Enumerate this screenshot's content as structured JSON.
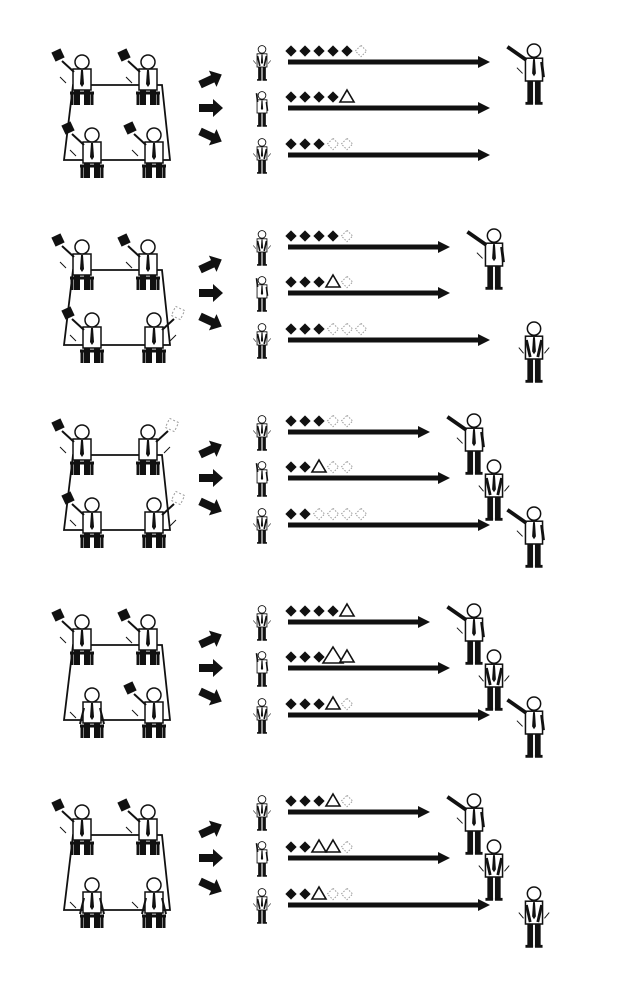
{
  "colors": {
    "ink": "#111111",
    "paper": "#ffffff",
    "shirt": "#ffffff",
    "ghost": "#9a9a9a"
  },
  "icons": {
    "seated": "seated-person-icon",
    "card": "voting-card-icon",
    "small_person": "small-standing-person-icon",
    "large_person": "large-standing-person-icon",
    "diamond": "filled-diamond-icon",
    "triangle": "triangle-icon",
    "faded_diamond": "faded-diamond-icon",
    "arrow": "arrow-icon"
  },
  "panels": [
    {
      "seats": [
        {
          "card": "left",
          "hand": "up"
        },
        {
          "card": "left",
          "hand": "up"
        },
        {
          "card": "left",
          "hand": "up"
        },
        {
          "card": "left",
          "hand": "up"
        }
      ],
      "rows": [
        {
          "tokens": [
            "d",
            "d",
            "d",
            "d",
            "d",
            "x"
          ],
          "reach": "far",
          "finalist": "raised",
          "small_pose": "down"
        },
        {
          "tokens": [
            "d",
            "d",
            "d",
            "d",
            "t"
          ],
          "reach": "far",
          "finalist": null,
          "small_pose": "head-scratch"
        },
        {
          "tokens": [
            "d",
            "d",
            "d",
            "x",
            "x"
          ],
          "reach": "far",
          "finalist": null,
          "small_pose": "down"
        }
      ]
    },
    {
      "seats": [
        {
          "card": "left",
          "hand": "up"
        },
        {
          "card": "left",
          "hand": "up"
        },
        {
          "card": "left",
          "hand": "up"
        },
        {
          "card": "right",
          "hand": "down"
        }
      ],
      "rows": [
        {
          "tokens": [
            "d",
            "d",
            "d",
            "d",
            "x"
          ],
          "reach": "mid",
          "finalist": "raised",
          "small_pose": "down"
        },
        {
          "tokens": [
            "d",
            "d",
            "d",
            "t",
            "x"
          ],
          "reach": "mid",
          "finalist": null,
          "small_pose": "head-scratch"
        },
        {
          "tokens": [
            "d",
            "d",
            "d",
            "x",
            "x",
            "x"
          ],
          "reach": "far",
          "finalist": "down",
          "small_pose": "down"
        }
      ]
    },
    {
      "seats": [
        {
          "card": "left",
          "hand": "up"
        },
        {
          "card": "right",
          "hand": "up"
        },
        {
          "card": "left",
          "hand": "up"
        },
        {
          "card": "right",
          "hand": "down"
        }
      ],
      "rows": [
        {
          "tokens": [
            "d",
            "d",
            "d",
            "x",
            "x"
          ],
          "reach": "near",
          "finalist": "raised",
          "small_pose": "down"
        },
        {
          "tokens": [
            "d",
            "d",
            "t",
            "x",
            "x"
          ],
          "reach": "mid",
          "finalist": "down",
          "small_pose": "head-scratch"
        },
        {
          "tokens": [
            "d",
            "d",
            "x",
            "x",
            "x",
            "x"
          ],
          "reach": "far",
          "finalist": "raised",
          "small_pose": "down"
        }
      ]
    },
    {
      "seats": [
        {
          "card": "left",
          "hand": "up"
        },
        {
          "card": "left",
          "hand": "up"
        },
        {
          "card": "none",
          "hand": "down"
        },
        {
          "card": "left",
          "hand": "up"
        }
      ],
      "rows": [
        {
          "tokens": [
            "d",
            "d",
            "d",
            "d",
            "t"
          ],
          "reach": "near",
          "finalist": "raised",
          "small_pose": "down"
        },
        {
          "tokens": [
            "d",
            "d",
            "d",
            "T",
            "t"
          ],
          "reach": "mid",
          "finalist": "down",
          "small_pose": "head-scratch"
        },
        {
          "tokens": [
            "d",
            "d",
            "d",
            "t",
            "x"
          ],
          "reach": "far",
          "finalist": "raised",
          "small_pose": "down"
        }
      ]
    },
    {
      "seats": [
        {
          "card": "left",
          "hand": "up"
        },
        {
          "card": "left",
          "hand": "up"
        },
        {
          "card": "none",
          "hand": "down"
        },
        {
          "card": "none",
          "hand": "down"
        }
      ],
      "rows": [
        {
          "tokens": [
            "d",
            "d",
            "d",
            "t",
            "x"
          ],
          "reach": "near",
          "finalist": "raised",
          "small_pose": "down"
        },
        {
          "tokens": [
            "d",
            "d",
            "t",
            "t",
            "x"
          ],
          "reach": "mid",
          "finalist": "down",
          "small_pose": "head-scratch"
        },
        {
          "tokens": [
            "d",
            "d",
            "t",
            "x",
            "x"
          ],
          "reach": "far",
          "finalist": "down",
          "small_pose": "down"
        }
      ]
    }
  ]
}
